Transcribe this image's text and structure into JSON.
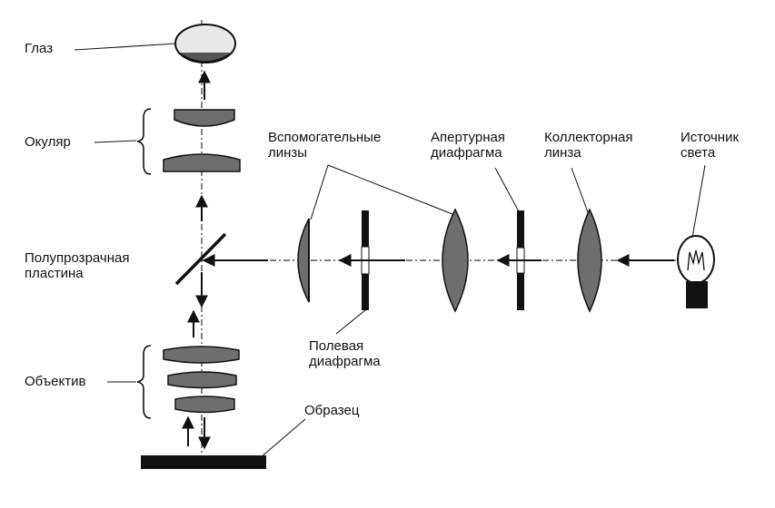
{
  "labels": {
    "eye": "Глаз",
    "eyepiece": "Окуляр",
    "auxiliary_lenses": [
      "Вспомогательные",
      "линзы"
    ],
    "aperture_diaphragm": [
      "Апертурная",
      "диафрагма"
    ],
    "collector_lens": [
      "Коллекторная",
      "линза"
    ],
    "light_source": [
      "Источник",
      "света"
    ],
    "beam_splitter": [
      "Полупрозрачная",
      "пластина"
    ],
    "field_diaphragm": [
      "Полевая",
      "диафрагма"
    ],
    "objective": "Объектив",
    "specimen": "Образец"
  },
  "colors": {
    "lens_fill": "#6e6e6e",
    "ink": "#111111",
    "background": "#ffffff"
  }
}
